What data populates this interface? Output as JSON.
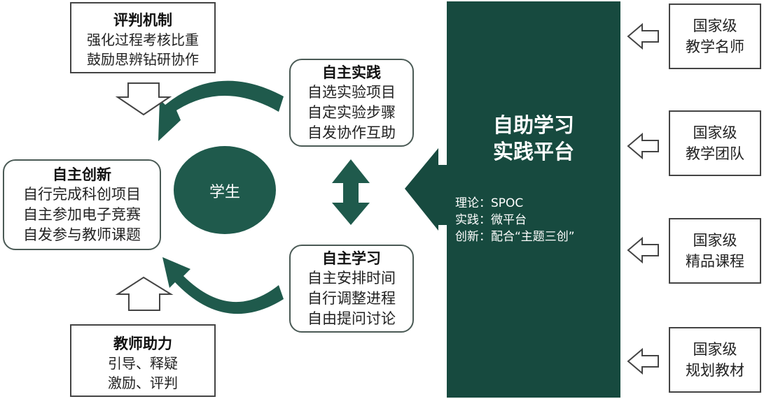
{
  "evaluation": {
    "title": "评判机制",
    "lines": [
      "强化过程考核比重",
      "鼓励思辨钻研协作"
    ]
  },
  "innovation": {
    "title": "自主创新",
    "lines": [
      "自行完成科创项目",
      "自主参加电子竞赛",
      "自发参与教师课题"
    ]
  },
  "teacher": {
    "title": "教师助力",
    "lines": [
      "引导、释疑",
      "激励、评判"
    ]
  },
  "center": {
    "label": "学生"
  },
  "practice": {
    "title": "自主实践",
    "lines": [
      "自选实验项目",
      "自定实验步骤",
      "自发协作互助"
    ]
  },
  "study": {
    "title": "自主学习",
    "lines": [
      "自主安排时间",
      "自行调整进程",
      "自由提问讨论"
    ]
  },
  "platform": {
    "title_lines": [
      "自助学习",
      "实践平台"
    ],
    "details": [
      "理论：SPOC",
      "实践：微平台",
      "创新：配合“主题三创”"
    ]
  },
  "national": [
    {
      "lines": [
        "国家级",
        "教学名师"
      ]
    },
    {
      "lines": [
        "国家级",
        "教学团队"
      ]
    },
    {
      "lines": [
        "国家级",
        "精品课程"
      ]
    },
    {
      "lines": [
        "国家级",
        "规划教材"
      ]
    }
  ],
  "colors": {
    "dark_green": "#174a3f",
    "arrow_green": "#1f5a4c",
    "border": "#444444"
  }
}
